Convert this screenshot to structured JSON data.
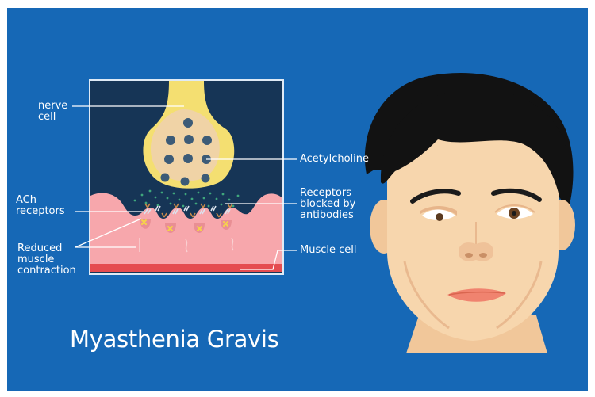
{
  "title": "Myasthenia Gravis",
  "labels": {
    "nerve_cell": "nerve\ncell",
    "acetylcholine": "Acetylcholine",
    "ach_receptors": "ACh\nreceptors",
    "receptors_blocked": "Receptors\nblocked by\nantibodies",
    "reduced_contraction": "Reduced\nmuscle\ncontraction",
    "muscle_cell": "Muscle cell"
  },
  "colors": {
    "background": "#1668b6",
    "inset_bg": "#163556",
    "nerve_terminal": "#f4df71",
    "vesicle": "#f0d3a6",
    "muscle": "#f7a7ac",
    "antibody": "#c98a4a",
    "blocked_marker": "#f6d24a",
    "skin": "#f7d6ad",
    "hair": "#121212"
  }
}
